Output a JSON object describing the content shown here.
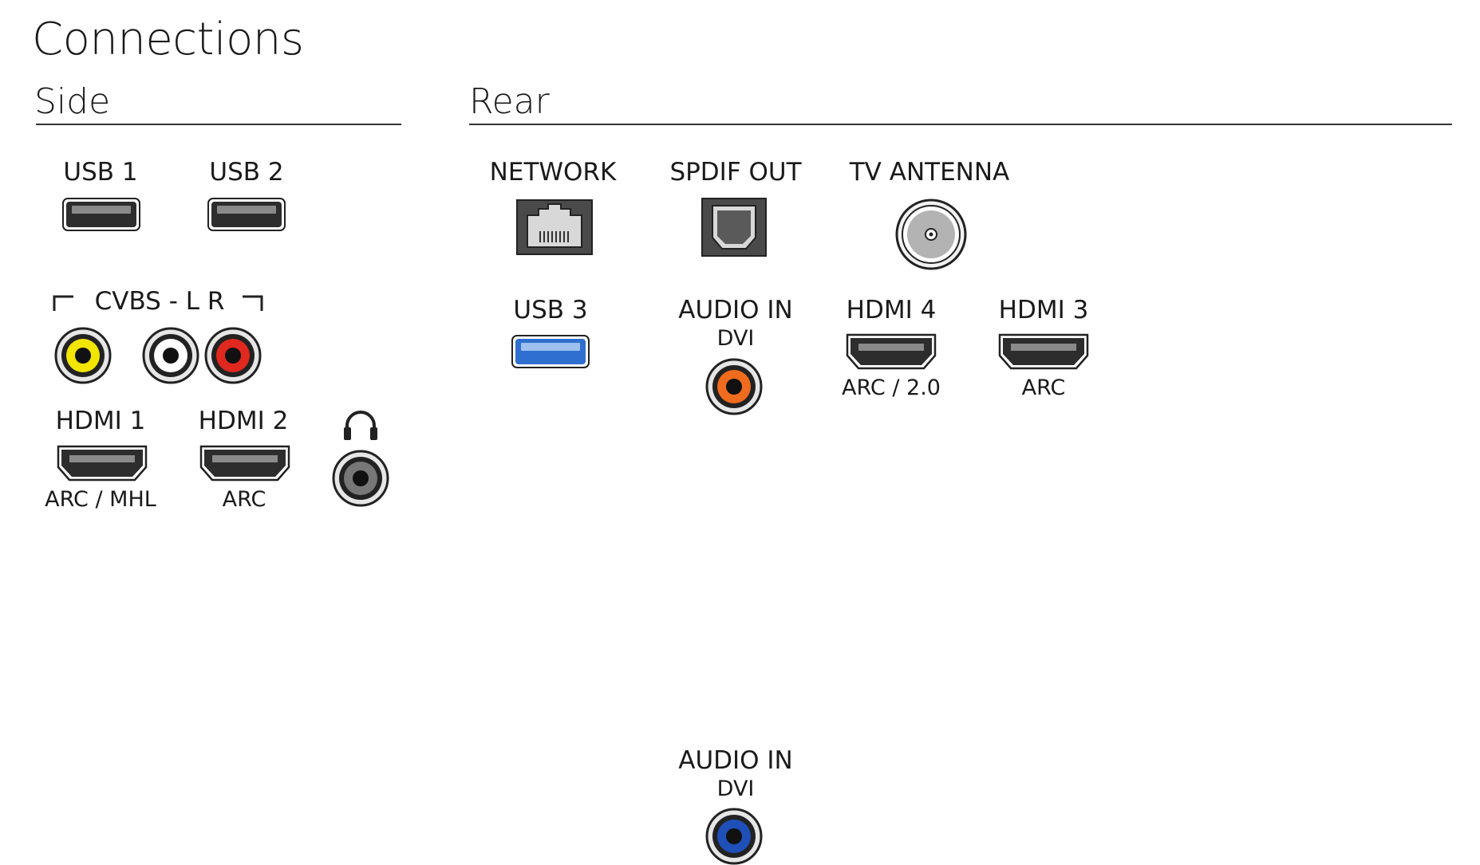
{
  "title": "Connections",
  "sections": {
    "side": "Side",
    "rear": "Rear"
  },
  "side": {
    "usb1": "USB 1",
    "usb2": "USB 2",
    "cvbs": "CVBS - L R",
    "hdmi1": {
      "label": "HDMI 1",
      "sub": "ARC / MHL"
    },
    "hdmi2": {
      "label": "HDMI 2",
      "sub": "ARC"
    },
    "headphone": "headphone-icon"
  },
  "rear": {
    "network": "NETWORK",
    "spdif": "SPDIF OUT",
    "antenna": "TV ANTENNA",
    "usb3": "USB 3",
    "audio_in": {
      "label": "AUDIO IN",
      "sub": "DVI"
    },
    "hdmi4": {
      "label": "HDMI 4",
      "sub": "ARC / 2.0"
    },
    "hdmi3": {
      "label": "HDMI 3",
      "sub": "ARC"
    },
    "audio_in_2": {
      "label": "AUDIO IN",
      "sub": "DVI"
    }
  },
  "colors": {
    "cvbs_video": "#f2e500",
    "cvbs_left": "#ffffff",
    "cvbs_right": "#e0281e",
    "usb3": "#2f6fd0",
    "audio_in_orange": "#ef6b1d",
    "audio_in_blue": "#1f4fb8",
    "headphone_jack": "#777777"
  }
}
